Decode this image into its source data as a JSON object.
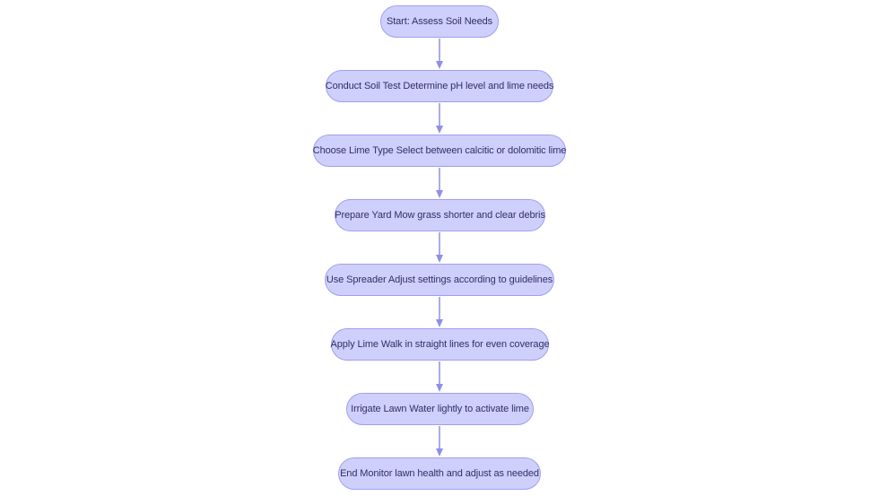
{
  "flowchart": {
    "colors": {
      "node_fill": "#cfcffb",
      "node_border": "#9f9ff0",
      "text": "#2f2f66",
      "edge": "#8f8fe6"
    },
    "nodes": [
      {
        "id": "start",
        "label": "Start: Assess Soil Needs"
      },
      {
        "id": "soil-test",
        "label": "Conduct Soil Test Determine pH level and lime needs"
      },
      {
        "id": "lime-type",
        "label": "Choose Lime Type Select between calcitic or dolomitic lime"
      },
      {
        "id": "prepare-yard",
        "label": "Prepare Yard Mow grass shorter and clear debris"
      },
      {
        "id": "spreader",
        "label": "Use Spreader Adjust settings according to guidelines"
      },
      {
        "id": "apply-lime",
        "label": "Apply Lime Walk in straight lines for even coverage"
      },
      {
        "id": "irrigate",
        "label": "Irrigate Lawn Water lightly to activate lime"
      },
      {
        "id": "end",
        "label": "End Monitor lawn health and adjust as needed"
      }
    ],
    "edges": [
      {
        "from": "start",
        "to": "soil-test"
      },
      {
        "from": "soil-test",
        "to": "lime-type"
      },
      {
        "from": "lime-type",
        "to": "prepare-yard"
      },
      {
        "from": "prepare-yard",
        "to": "spreader"
      },
      {
        "from": "spreader",
        "to": "apply-lime"
      },
      {
        "from": "apply-lime",
        "to": "irrigate"
      },
      {
        "from": "irrigate",
        "to": "end"
      }
    ]
  }
}
